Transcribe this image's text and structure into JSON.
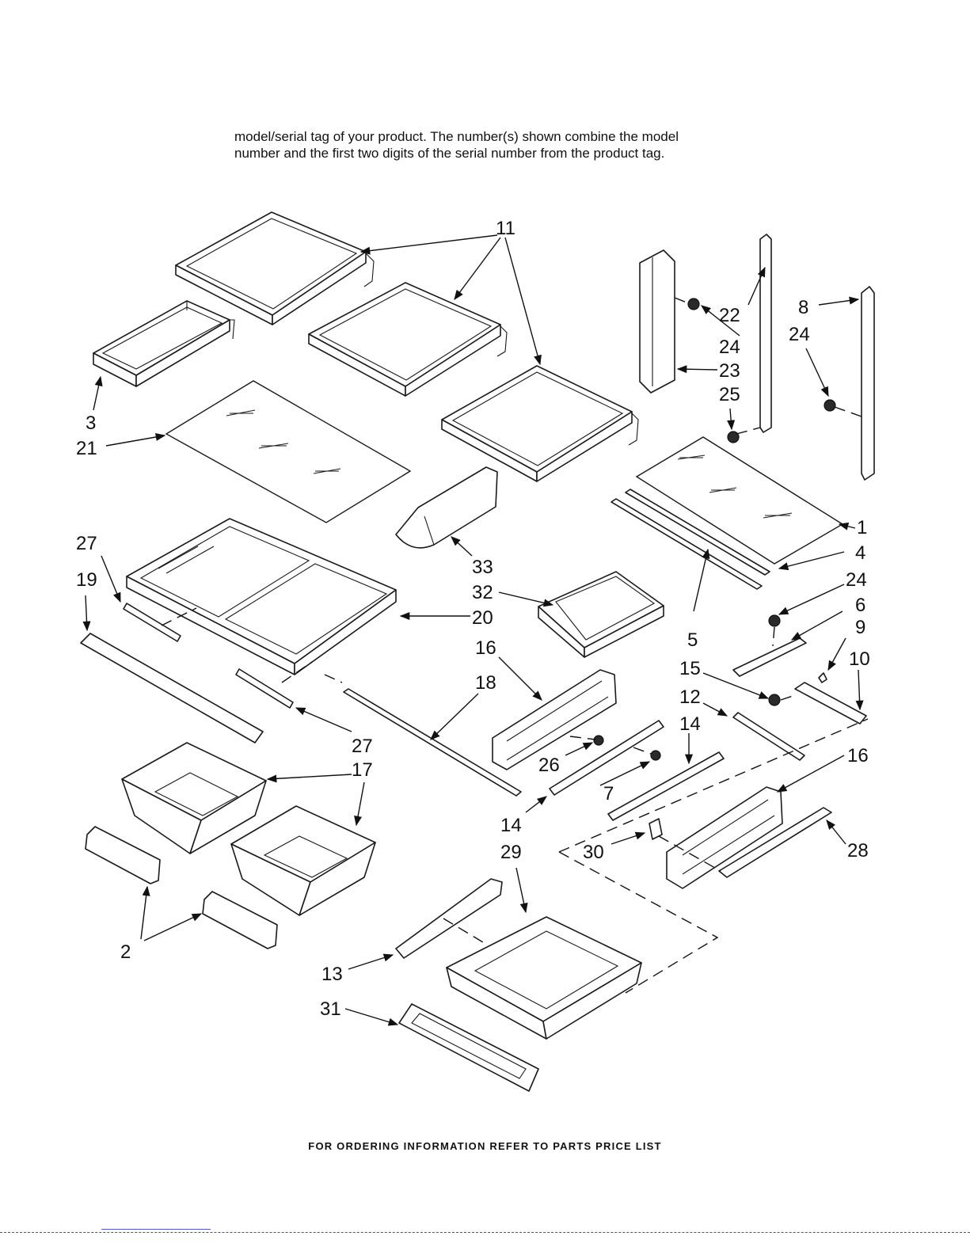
{
  "intro_text": {
    "line1": "model/serial tag of your product. The number(s) shown combine the model",
    "line2": "number and the first two digits of the serial number from the product tag."
  },
  "footer_text": "FOR ORDERING INFORMATION REFER TO PARTS PRICE LIST",
  "callouts": {
    "c1": "1",
    "c2": "2",
    "c3": "3",
    "c4": "4",
    "c5": "5",
    "c6": "6",
    "c7": "7",
    "c8": "8",
    "c9": "9",
    "c10": "10",
    "c11": "11",
    "c12": "12",
    "c13": "13",
    "c14a": "14",
    "c14b": "14",
    "c15": "15",
    "c16a": "16",
    "c16b": "16",
    "c17": "17",
    "c18": "18",
    "c19": "19",
    "c20": "20",
    "c21": "21",
    "c22": "22",
    "c23": "23",
    "c24a": "24",
    "c24b": "24",
    "c24c": "24",
    "c25": "25",
    "c26": "26",
    "c27a": "27",
    "c27b": "27",
    "c28": "28",
    "c29": "29",
    "c30": "30",
    "c31": "31",
    "c32": "32",
    "c33": "33"
  }
}
